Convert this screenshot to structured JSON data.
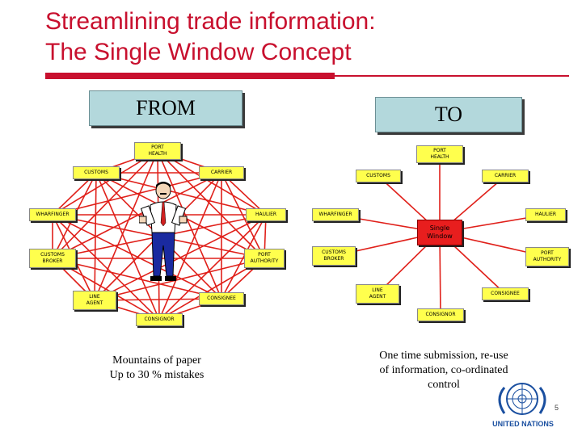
{
  "title_line1": "Streamlining trade information:",
  "title_line2": "The Single Window Concept",
  "from_label": "FROM",
  "to_label": "TO",
  "from_nodes": {
    "port_health": "PORT\nHEALTH",
    "customs": "CUSTOMS",
    "carrier": "CARRIER",
    "wharfinger": "WHARFINGER",
    "haulier": "HAULIER",
    "customs_broker": "CUSTOMS\nBROKER",
    "port_authority": "PORT\nAUTHORITY",
    "line_agent": "LINE\nAGENT",
    "consignee": "CONSIGNEE",
    "consignor": "CONSIGNOR"
  },
  "to_nodes": {
    "port_health": "PORT\nHEALTH",
    "customs": "CUSTOMS",
    "carrier": "CARRIER",
    "wharfinger": "WHARFINGER",
    "haulier": "HAULIER",
    "customs_broker": "CUSTOMS\nBROKER",
    "port_authority": "PORT\nAUTHORITY",
    "line_agent": "LINE\nAGENT",
    "consignee": "CONSIGNEE",
    "consignor": "CONSIGNOR",
    "hub": "Single\nWindow"
  },
  "caption_left": "Mountains of paper\nUp to 30 % mistakes",
  "caption_right": "One time submission, re-use\nof information, co-ordinated\ncontrol",
  "logo_text": "UNITED NATIONS",
  "page_number": "5",
  "colors": {
    "title": "#c8102e",
    "node": "#ffff4d",
    "hub": "#e81e1e",
    "lines": "#e0201a",
    "header_box": "#b3d8dc",
    "un_blue": "#1a4fa0"
  }
}
